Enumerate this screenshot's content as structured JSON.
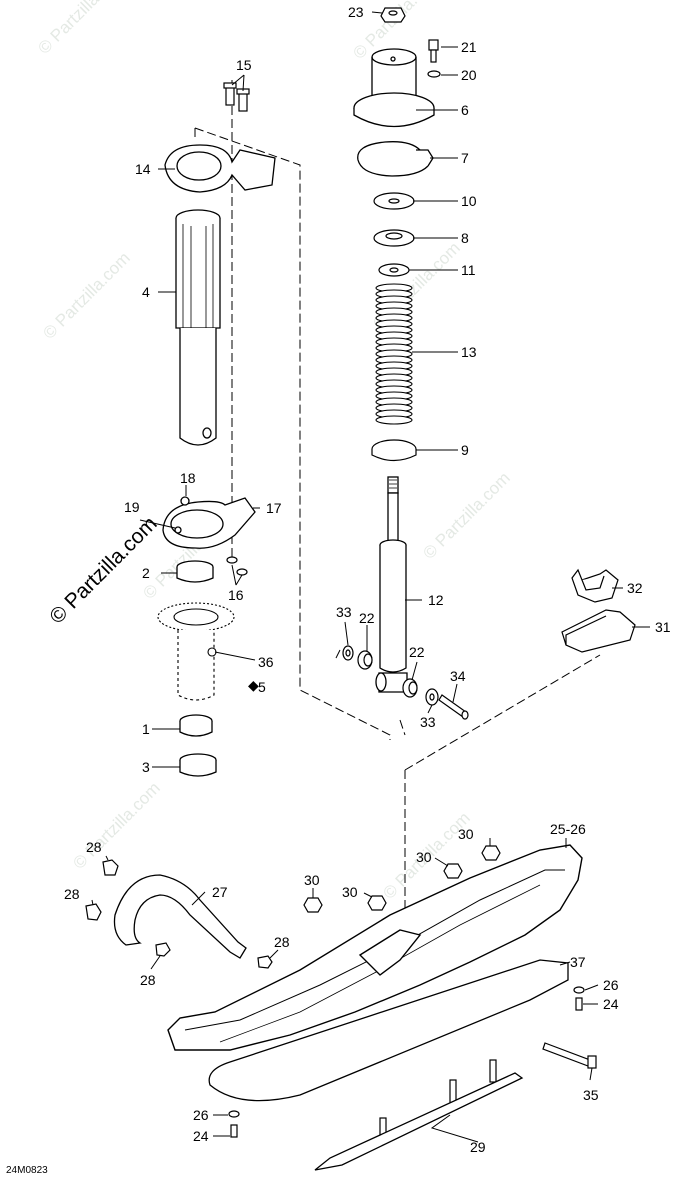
{
  "diagram_code": "24M0823",
  "watermark": "© Partzilla.com",
  "callouts": [
    {
      "id": "c23",
      "label": "23"
    },
    {
      "id": "c21",
      "label": "21"
    },
    {
      "id": "c20",
      "label": "20"
    },
    {
      "id": "c6",
      "label": "6"
    },
    {
      "id": "c7",
      "label": "7"
    },
    {
      "id": "c10",
      "label": "10"
    },
    {
      "id": "c8",
      "label": "8"
    },
    {
      "id": "c11",
      "label": "11"
    },
    {
      "id": "c13",
      "label": "13"
    },
    {
      "id": "c9",
      "label": "9"
    },
    {
      "id": "c12",
      "label": "12"
    },
    {
      "id": "c15",
      "label": "15"
    },
    {
      "id": "c14",
      "label": "14"
    },
    {
      "id": "c4",
      "label": "4"
    },
    {
      "id": "c18",
      "label": "18"
    },
    {
      "id": "c19",
      "label": "19"
    },
    {
      "id": "c17",
      "label": "17"
    },
    {
      "id": "c2",
      "label": "2"
    },
    {
      "id": "c16",
      "label": "16"
    },
    {
      "id": "c36",
      "label": "36"
    },
    {
      "id": "c5",
      "label": "5"
    },
    {
      "id": "c1",
      "label": "1"
    },
    {
      "id": "c3",
      "label": "3"
    },
    {
      "id": "c33a",
      "label": "33"
    },
    {
      "id": "c22a",
      "label": "22"
    },
    {
      "id": "c22b",
      "label": "22"
    },
    {
      "id": "c34",
      "label": "34"
    },
    {
      "id": "c33b",
      "label": "33"
    },
    {
      "id": "c32",
      "label": "32"
    },
    {
      "id": "c31",
      "label": "31"
    },
    {
      "id": "c30a",
      "label": "30"
    },
    {
      "id": "c30b",
      "label": "30"
    },
    {
      "id": "c30c",
      "label": "30"
    },
    {
      "id": "c30d",
      "label": "30"
    },
    {
      "id": "c2526",
      "label": "25-26"
    },
    {
      "id": "c28a",
      "label": "28"
    },
    {
      "id": "c28b",
      "label": "28"
    },
    {
      "id": "c27",
      "label": "27"
    },
    {
      "id": "c28c",
      "label": "28"
    },
    {
      "id": "c28d",
      "label": "28"
    },
    {
      "id": "c37",
      "label": "37"
    },
    {
      "id": "c26a",
      "label": "26"
    },
    {
      "id": "c24a",
      "label": "24"
    },
    {
      "id": "c35",
      "label": "35"
    },
    {
      "id": "c26b",
      "label": "26"
    },
    {
      "id": "c24b",
      "label": "24"
    },
    {
      "id": "c29",
      "label": "29"
    }
  ]
}
